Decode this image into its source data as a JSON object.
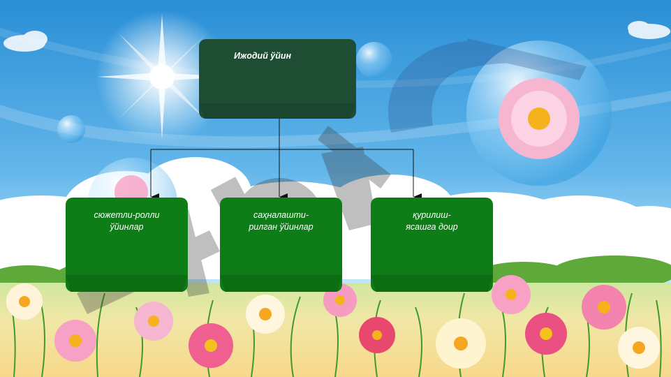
{
  "diagram": {
    "root": {
      "label": "Ижодий ўйин"
    },
    "children": [
      {
        "label": "сюжетли-ролли\nўйинлар"
      },
      {
        "label": "саҳналашти-\nрилган ўйинлар"
      },
      {
        "label": "қурилиш-\nясашга доир"
      }
    ]
  },
  "colors": {
    "root_fill": "#1e4d34",
    "child_fill": "#0f7d17",
    "sky_top": "#2a8fd6",
    "sky_bottom": "#bfe6fa",
    "connector": "#111111"
  },
  "icons": [
    "sun-icon",
    "flower-icon",
    "bubble-icon",
    "cloud-icon"
  ]
}
